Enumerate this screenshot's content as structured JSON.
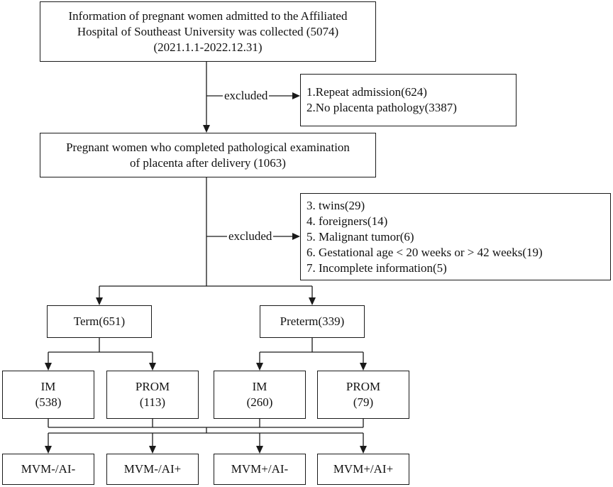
{
  "nodes": {
    "collected": {
      "lines": [
        "Information of pregnant women admitted to the Affiliated",
        "Hospital of Southeast University was collected (5074)",
        "(2021.1.1-2022.12.31)"
      ]
    },
    "exclusion1": {
      "lines": [
        "1.Repeat admission(624)",
        "2.No placenta pathology(3387)"
      ]
    },
    "completed": {
      "lines": [
        "Pregnant women who completed pathological examination",
        "of placenta after delivery (1063)"
      ]
    },
    "exclusion2": {
      "lines": [
        "3. twins(29)",
        "4. foreigners(14)",
        "5. Malignant tumor(6)",
        "6. Gestational age < 20 weeks or > 42 weeks(19)",
        "7. Incomplete information(5)"
      ]
    },
    "term": {
      "label": "Term(651)"
    },
    "preterm": {
      "label": "Preterm(339)"
    },
    "term_im": {
      "name": "IM",
      "count": "(538)"
    },
    "term_prom": {
      "name": "PROM",
      "count": "(113)"
    },
    "preterm_im": {
      "name": "IM",
      "count": "(260)"
    },
    "preterm_prom": {
      "name": "PROM",
      "count": "(79)"
    },
    "outcomes": [
      "MVM-/AI-",
      "MVM-/AI+",
      "MVM+/AI-",
      "MVM+/AI+"
    ]
  },
  "edges": {
    "excluded_1": "excluded",
    "excluded_2": "excluded"
  }
}
